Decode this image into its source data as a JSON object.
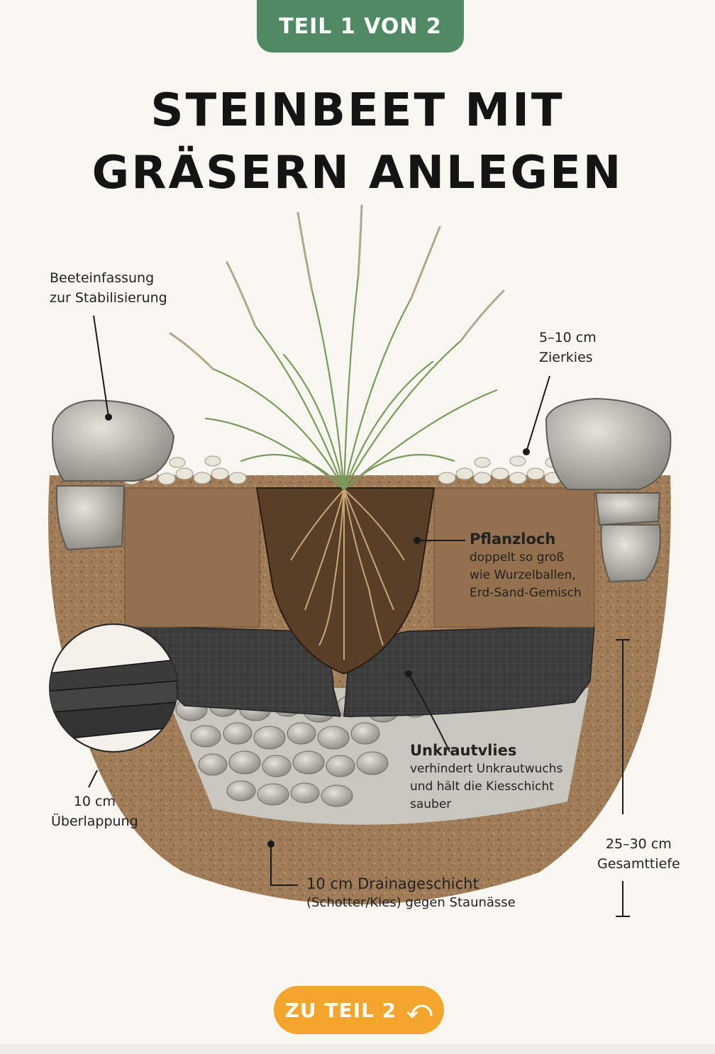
{
  "badge": "TEIL 1 VON 2",
  "title": {
    "line1": "STEINBEET MIT",
    "line2": "GRÄSERN ANLEGEN"
  },
  "labels": {
    "edging": {
      "line1": "Beeteinfassung",
      "line2": "zur Stabilisierung"
    },
    "gravel": {
      "line1": "5–10 cm",
      "line2": "Zierkies"
    },
    "plant_hole": {
      "head": "Pflanzloch",
      "line1": "doppelt so groß",
      "line2": "wie Wurzelballen,",
      "line3": "Erd-Sand-Gemisch"
    },
    "fleece": {
      "head": "Unkrautvlies",
      "line1": "verhindert Unkrautwuchs",
      "line2": "und hält die Kiesschicht",
      "line3": "sauber"
    },
    "overlap": {
      "line1": "10 cm",
      "line2": "Überlappung"
    },
    "drainage": {
      "head": "10 cm Drainageschicht",
      "line1": "(Schotter/Kies) gegen Staunässe"
    },
    "depth": {
      "line1": "25–30 cm",
      "line2": "Gesamttiefe"
    }
  },
  "cta": {
    "label": "ZU TEIL 2",
    "icon": "arrow-down-right-icon"
  },
  "colors": {
    "badge": "#4f8a65",
    "cta": "#f2a52a",
    "soil": "#a07a55",
    "fleece": "#333333",
    "stone": "#b7b4a8"
  }
}
